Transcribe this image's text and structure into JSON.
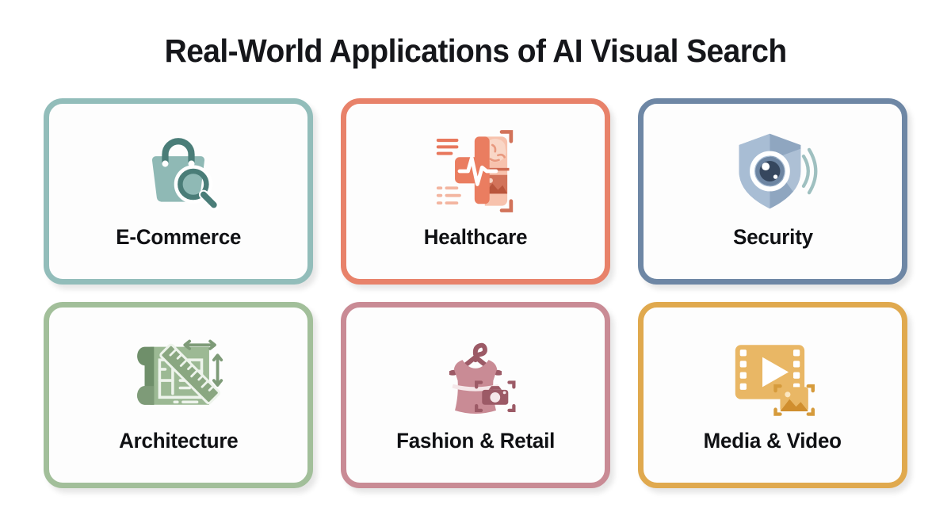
{
  "header": {
    "title": "Real-World Applications of AI Visual Search"
  },
  "theme": {
    "background": "#ffffff",
    "title_color": "#15161a",
    "card_background": "#fdfdfd",
    "label_color": "#101114"
  },
  "cards": [
    {
      "id": "e-commerce",
      "label": "E-Commerce",
      "icon": "shopping-bag-search-icon",
      "border_color": "#92bdba",
      "icon_color_light": "#8fb9b5",
      "icon_color_dark": "#4a7d78"
    },
    {
      "id": "healthcare",
      "label": "Healthcare",
      "icon": "medical-cross-brain-scan-icon",
      "border_color": "#e8826a",
      "icon_color_light": "#f5b9a4",
      "icon_color_dark": "#e8785d"
    },
    {
      "id": "security",
      "label": "Security",
      "icon": "shield-camera-lens-icon",
      "border_color": "#6e87a5",
      "icon_color_light": "#b3c4d9",
      "icon_color_dark": "#5f7896"
    },
    {
      "id": "architecture",
      "label": "Architecture",
      "icon": "blueprint-ruler-icon",
      "border_color": "#a2bf9a",
      "icon_color_light": "#9cb994",
      "icon_color_dark": "#6f8f6a"
    },
    {
      "id": "fashion-retail",
      "label": "Fashion & Retail",
      "icon": "dress-hanger-camera-icon",
      "border_color": "#c98b95",
      "icon_color_light": "#c98b95",
      "icon_color_dark": "#9c5a66"
    },
    {
      "id": "media-video",
      "label": "Media & Video",
      "icon": "film-strip-play-photo-icon",
      "border_color": "#e0a94e",
      "icon_color_light": "#e9b765",
      "icon_color_dark": "#d69b3c"
    }
  ]
}
